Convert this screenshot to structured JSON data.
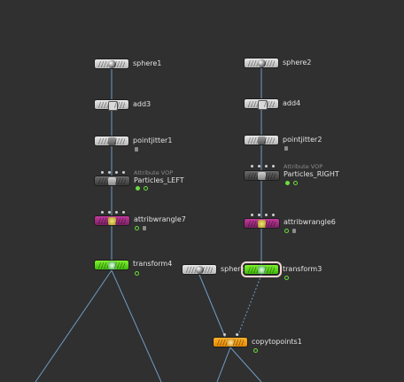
{
  "nodes": {
    "sphere1": {
      "name": "sphere1"
    },
    "sphere2": {
      "name": "sphere2"
    },
    "add3": {
      "name": "add3"
    },
    "add4": {
      "name": "add4"
    },
    "pointjitter1": {
      "name": "pointjitter1"
    },
    "pointjitter2": {
      "name": "pointjitter2"
    },
    "particles_left": {
      "name": "Particles_LEFT",
      "type_label": "Attribute VOP"
    },
    "particles_right": {
      "name": "Particles_RIGHT",
      "type_label": "Attribute VOP"
    },
    "attribwrangle7": {
      "name": "attribwrangle7"
    },
    "attribwrangle6": {
      "name": "attribwrangle6"
    },
    "transform4": {
      "name": "transform4"
    },
    "sphere3": {
      "name": "sphere3"
    },
    "transform3": {
      "name": "transform3"
    },
    "copytopoints1": {
      "name": "copytopoints1"
    }
  },
  "colors": {
    "background": "#303030",
    "wire": "#6f9bc4",
    "sop_default": "#c9c9c9",
    "vop": "#4a4a4a",
    "wrangle": "#a12b82",
    "transform": "#5fd61e",
    "copy": "#f59b14",
    "display_flag": "#6bdc3c",
    "selected_outline": "#f3d5d5"
  }
}
